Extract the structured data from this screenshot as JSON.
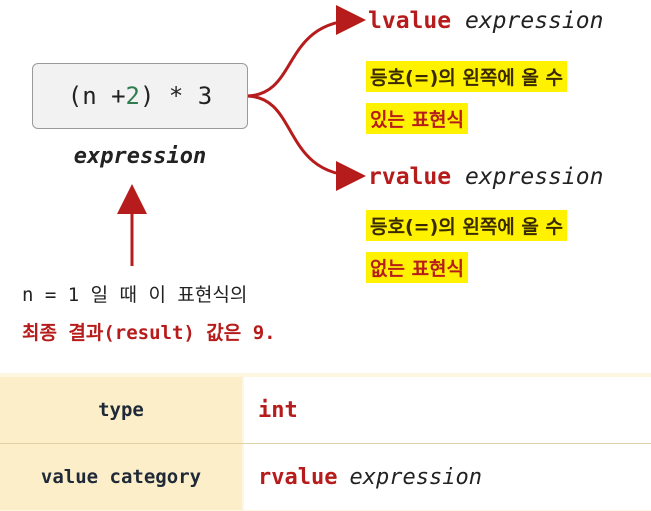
{
  "expression_box": {
    "parts": [
      "(n + ",
      "2",
      ") * 3"
    ]
  },
  "expression_label": "expression",
  "lvalue": {
    "keyword": "lvalue",
    "word": "expression",
    "desc_line1": "등호(=)의 왼쪽에 올 수",
    "desc_line2": "있는 표현식"
  },
  "rvalue": {
    "keyword": "rvalue",
    "word": "expression",
    "desc_line1": "등호(=)의 왼쪽에 올 수",
    "desc_line2": "없는 표현식"
  },
  "note": {
    "line1": "n = 1 일 때 이 표현식의",
    "line2": "최종 결과(result) 값은 9."
  },
  "table": {
    "rows": [
      {
        "key": "type",
        "value_kw": "int",
        "value_rest": ""
      },
      {
        "key": "value category",
        "value_kw": "rvalue",
        "value_rest": "expression"
      }
    ]
  },
  "colors": {
    "accent_red": "#b71c1c",
    "highlight": "#fff200",
    "number_green": "#2e7d4f",
    "table_bg": "#fdf6e1"
  }
}
